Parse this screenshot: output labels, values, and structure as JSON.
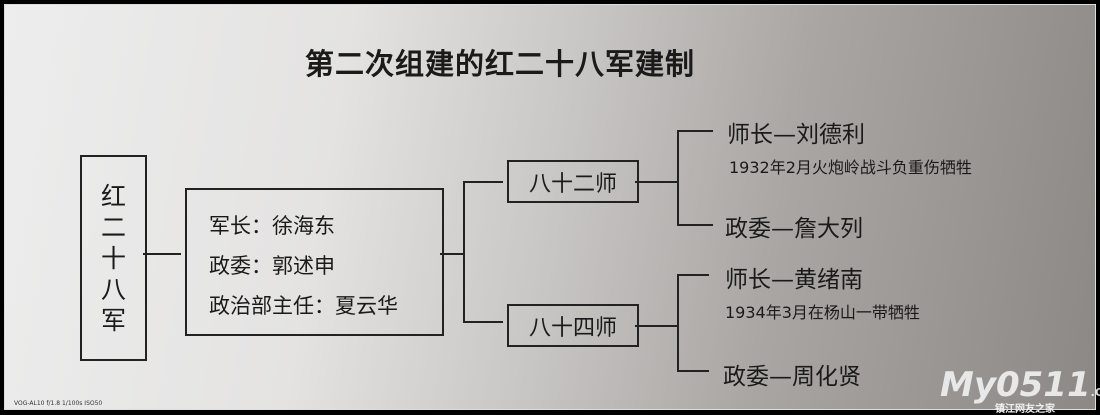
{
  "title": "第二次组建的红二十八军建制",
  "army": {
    "chars": [
      "红",
      "二",
      "十",
      "八",
      "军"
    ]
  },
  "leaders": [
    "军长：徐海东",
    "政委：郭述申",
    "政治部主任：夏云华"
  ],
  "divisions": [
    {
      "name": "八十二师",
      "commander": "师长—刘德利",
      "commander_note": "1932年2月火炮岭战斗负重伤牺牲",
      "commissar": "政委—詹大列"
    },
    {
      "name": "八十四师",
      "commander": "师长—黄绪南",
      "commander_note": "1934年3月在杨山一带牺牲",
      "commissar": "政委—周化贤"
    }
  ],
  "exif": "VOG-AL10 f/1.8 1/100s ISO50",
  "watermark": {
    "logo": "My0511",
    "domain": ".COM",
    "tagline": "镇江网友之家"
  }
}
